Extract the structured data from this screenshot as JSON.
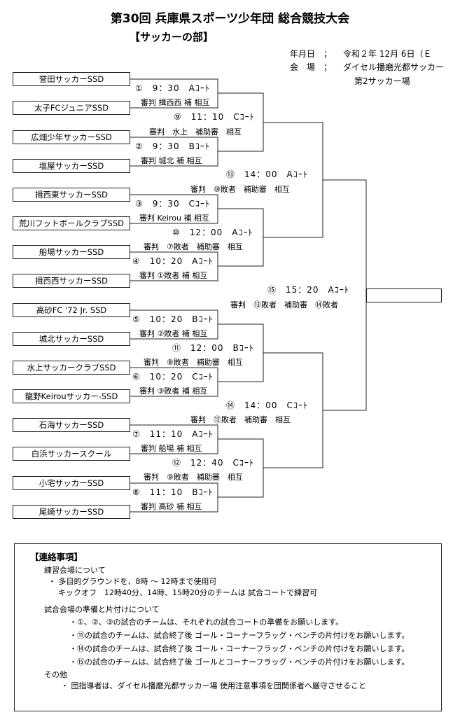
{
  "header": {
    "title": "第30回 兵庫県スポーツ少年団 総合競技大会",
    "subtitle": "【サッカーの部】",
    "date_label": "年月日　；",
    "date_value": "令和２年 12月 6日（Ｅ",
    "venue_label": "会　場　；",
    "venue_value": "ダイセル播磨光都サッカー",
    "venue_value2": "第2サッカー場"
  },
  "teams": [
    "誉田サッカーSSD",
    "太子FCジュニアSSD",
    "広畑少年サッカーSSD",
    "塩屋サッカーSSD",
    "揖西東サッカーSSD",
    "荒川フットボールクラブSSD",
    "船場サッカーSSD",
    "揖西西サッカーSSD",
    "高砂FC '72 Jr. SSD",
    "城北サッカーSSD",
    "水上サッカークラブSSD",
    "龍野Keirouサッカー-SSD",
    "石海サッカーSSD",
    "白浜サッカースクール",
    "小宅サッカーSSD",
    "尾崎サッカーSSD"
  ],
  "matches": [
    {
      "time": "①　9：30　Aｺｰﾄ",
      "ref": "審判 揖西西 補 相互"
    },
    {
      "time": "②　9：30　Bｺｰﾄ",
      "ref": "審判 城北 補 相互"
    },
    {
      "time": "③　9：30　Cｺｰﾄ",
      "ref": "審判 Keirou 補 相互"
    },
    {
      "time": "④　10：20　Aｺｰﾄ",
      "ref": "審判 ①敗者 補 相互"
    },
    {
      "time": "⑤　10：20　Bｺｰﾄ",
      "ref": "審判 ②敗者 補 相互"
    },
    {
      "time": "⑥　10：20　Cｺｰﾄ",
      "ref": "審判 ③敗者 補 相互"
    },
    {
      "time": "⑦　11：10　Aｺｰﾄ",
      "ref": "審判 船場 補 相互"
    },
    {
      "time": "⑧　11：10　Bｺｰﾄ",
      "ref": "審判 高砂 補 相互"
    },
    {
      "time": "⑨　11：10　Cｺｰﾄ",
      "ref": "審判　水上　補助審　相互"
    },
    {
      "time": "⑩　12：00　Aｺｰﾄ",
      "ref": "審判　⑦敗者　補助審　相互"
    },
    {
      "time": "⑪　12：00　Bｺｰﾄ",
      "ref": "審判　⑧敗者　補助審　相互"
    },
    {
      "time": "⑫　12：40　Cｺｰﾄ",
      "ref": "審判　⑨敗者　補助審　相互"
    },
    {
      "time": "⑬　14：00　Aｺｰﾄ",
      "ref": "審判　⑩敗者　補助審　相互"
    },
    {
      "time": "⑭　14：00　Cｺｰﾄ",
      "ref": "審判　⑫敗者　補助審　相互"
    },
    {
      "time": "⑮　15：20　Aｺｰﾄ",
      "ref": "審判　⑬敗者　補助審　⑭敗者"
    }
  ],
  "notes": {
    "title": "【連絡事項】",
    "practice_heading": "練習会場について",
    "practice_1": "・ 多目的グラウンドを、8時 ～ 12時まで使用可",
    "practice_2": "キックオフ　12時40分、14時、15時20分のチームは 試合コートで練習可",
    "prep_heading": "試合会場の準備と片付けについて",
    "prep_1": "・①、②、③の試合のチームは、それぞれの試合コートの準備をお願いします。",
    "prep_2": "・⑪の試合のチームは、試合終了後 ゴール・コーナーフラッグ・ベンチの片付けをお願いします。",
    "prep_3": "・⑭の試合のチームは、試合終了後 ゴール・コーナーフラッグ・ベンチの片付けをお願いします。",
    "prep_4": "・⑮の試合のチームは、試合終了後 ゴールとコーナーフラッグ・ベンチの片付けをお願いします。",
    "other_heading": "その他",
    "other_1": "・ 団指導者は、ダイセル播磨光都サッカー場 使用注意事項を団関係者へ厳守させること"
  }
}
